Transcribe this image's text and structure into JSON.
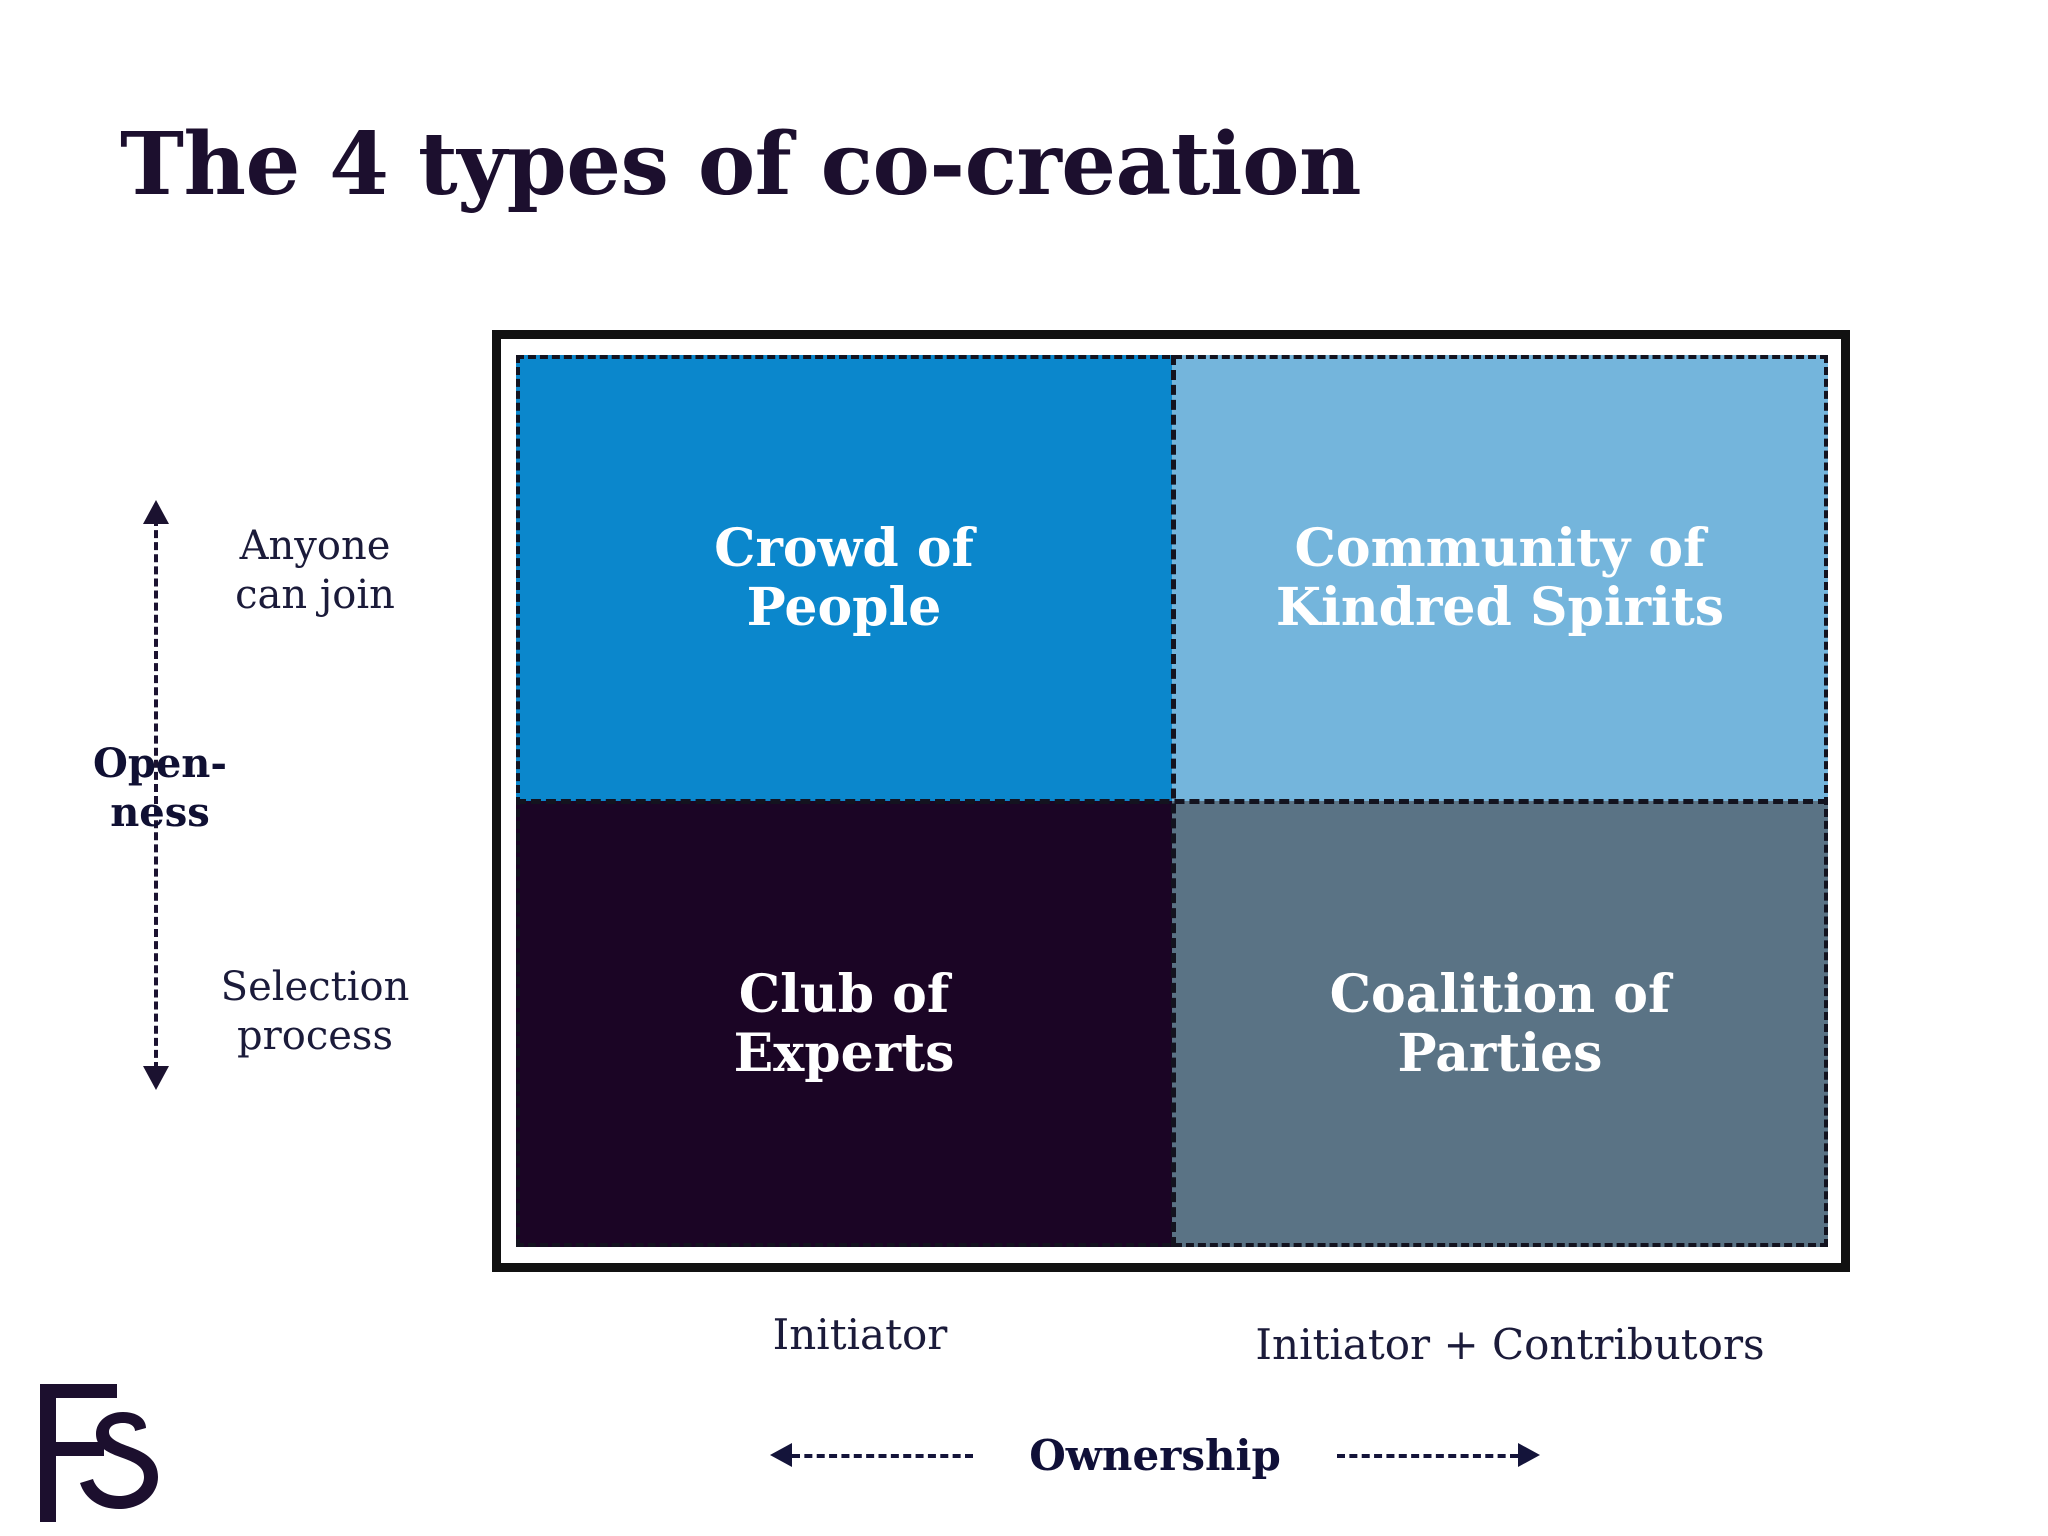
{
  "title": "The 4 types of co-creation",
  "axes": {
    "vertical": {
      "name": "Open-\nness",
      "top_label": "Anyone\ncan join",
      "bottom_label": "Selection\nprocess",
      "direction_icon_top": "arrow-up-icon",
      "direction_icon_bottom": "arrow-down-icon"
    },
    "horizontal": {
      "name": "Ownership",
      "left_label": "Initiator",
      "right_label": "Initiator + Contributors",
      "direction_icon_left": "arrow-left-icon",
      "direction_icon_right": "arrow-right-icon"
    }
  },
  "quadrants": [
    {
      "id": "crowd-of-people",
      "label": "Crowd of\nPeople",
      "color": "#0b87cc",
      "text_color": "#ffffff",
      "openness": "Anyone can join",
      "ownership": "Initiator"
    },
    {
      "id": "community-of-kindred-spirits",
      "label": "Community of\nKindred Spirits",
      "color": "#74b5dc",
      "text_color": "#ffffff",
      "openness": "Anyone can join",
      "ownership": "Initiator + Contributors"
    },
    {
      "id": "club-of-experts",
      "label": "Club of\nExperts",
      "color": "#1b0525",
      "text_color": "#ffffff",
      "openness": "Selection process",
      "ownership": "Initiator"
    },
    {
      "id": "coalition-of-parties",
      "label": "Coalition of\nParties",
      "color": "#5a7385",
      "text_color": "#ffffff",
      "openness": "Selection process",
      "ownership": "Initiator + Contributors"
    }
  ],
  "logo": {
    "name": "fs-logo",
    "text": "Fs",
    "color": "#1c0f2e"
  },
  "colors": {
    "background": "#ffffff",
    "frame": "#111111",
    "ink": "#1c0f2e",
    "divider": "#13131f"
  }
}
